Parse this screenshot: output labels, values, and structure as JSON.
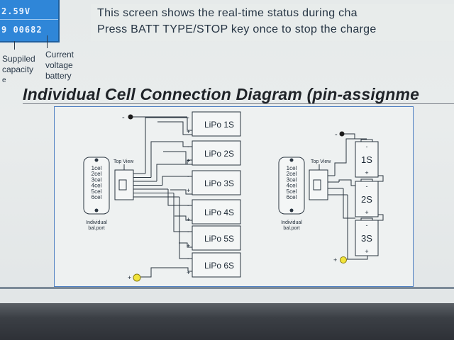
{
  "display": {
    "voltage": "2.59V",
    "capacity": "9 00682"
  },
  "labels": {
    "supplied_line1": "Suppiled",
    "supplied_line2": "capacity",
    "current_line1": "Current",
    "current_line2": "voltage",
    "current_line3": "battery",
    "edge_char": "e"
  },
  "description": {
    "line1": "This screen shows the real-time status during cha",
    "line2": "Press BATT TYPE/STOP key once to stop the charge"
  },
  "heading": "Individual Cell Connection Diagram (pin-assignme",
  "diagram": {
    "left": {
      "port_label_1": "Individual",
      "port_label_2": "bal.port",
      "top_view": "Top View",
      "cells": [
        "1cel",
        "2cel",
        "3cel",
        "4cel",
        "5cel",
        "6cel"
      ],
      "packs": [
        "LiPo 1S",
        "LiPo 2S",
        "LiPo 3S",
        "LiPo 4S",
        "LiPo 5S",
        "LiPo 6S"
      ]
    },
    "right": {
      "port_label_1": "Individual",
      "port_label_2": "bal.port",
      "top_view": "Top View",
      "cells": [
        "1cel",
        "2cel",
        "3cel",
        "4cel",
        "5cel",
        "6cel"
      ],
      "packs": [
        "1S",
        "2S",
        "3S"
      ]
    },
    "minus_sign": "-",
    "plus_sign": "+"
  },
  "colors": {
    "lcd_blue": "#2f86d8",
    "frame_blue": "#4e7fc2",
    "plus_dot_yellow": "#f1e33a"
  }
}
